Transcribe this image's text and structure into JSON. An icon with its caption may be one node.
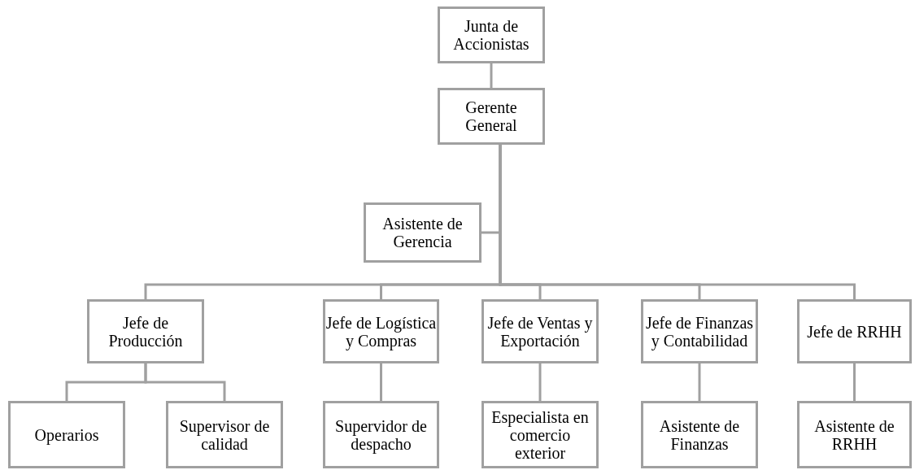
{
  "diagram": {
    "nodes": [
      {
        "text": [
          "Junta de Accionistas"
        ]
      },
      {
        "text": [
          "Gerente General"
        ]
      },
      {
        "text": [
          "Asistente de Gerencia"
        ]
      },
      {
        "text": [
          "Jefe de Producción"
        ]
      },
      {
        "text": [
          "Jefe de Logística y Compras"
        ]
      },
      {
        "text": [
          "Jefe de Ventas y Exportación"
        ]
      },
      {
        "text": [
          "Jefe de Finanzas y Contabilidad"
        ]
      },
      {
        "text": [
          "Jefe de RRHH"
        ]
      },
      {
        "text": [
          "Operarios"
        ]
      },
      {
        "text": [
          "Supervisor de calidad"
        ]
      },
      {
        "text": [
          "Supervidor de despacho"
        ]
      },
      {
        "text": [
          "Especialista en comercio exterior"
        ]
      },
      {
        "text": [
          "Asistente de Finanzas"
        ]
      },
      {
        "text": [
          "Asistente de RRHH"
        ]
      }
    ],
    "edges": [
      {
        "from": 0,
        "to": 1,
        "arrow": "none"
      },
      {
        "from": 1,
        "to": 2,
        "arrow": "none"
      },
      {
        "from": 1,
        "to": 3,
        "arrow": "none"
      },
      {
        "from": 1,
        "to": 4,
        "arrow": "none"
      },
      {
        "from": 1,
        "to": 5,
        "arrow": "none"
      },
      {
        "from": 1,
        "to": 6,
        "arrow": "none"
      },
      {
        "from": 1,
        "to": 7,
        "arrow": "none"
      },
      {
        "from": 3,
        "to": 8,
        "arrow": "none"
      },
      {
        "from": 3,
        "to": 9,
        "arrow": "none"
      },
      {
        "from": 4,
        "to": 10,
        "arrow": "none"
      },
      {
        "from": 5,
        "to": 11,
        "arrow": "none"
      },
      {
        "from": 6,
        "to": 12,
        "arrow": "none"
      },
      {
        "from": 7,
        "to": 13,
        "arrow": "none"
      }
    ]
  }
}
